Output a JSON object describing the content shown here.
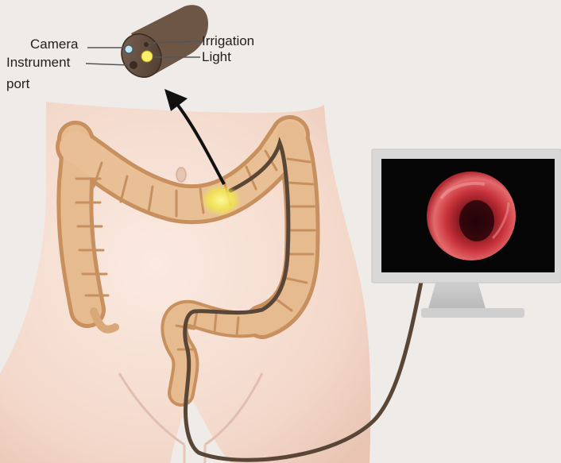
{
  "labels": {
    "camera": "Camera",
    "instrument_port_line1": "Instrument",
    "instrument_port_line2": "port",
    "irrigation": "Irrigation",
    "light": "Light"
  },
  "colors": {
    "background": "#efebe9",
    "body_skin": "#f6ddd1",
    "colon": "#e2b487",
    "colon_shadow": "#c8905e",
    "scope_tube": "#5a4637",
    "light_glow": "#f2e84a",
    "monitor_frame": "#dcdcdc",
    "monitor_screen": "#050505",
    "lumen_red": "#c8323a"
  }
}
